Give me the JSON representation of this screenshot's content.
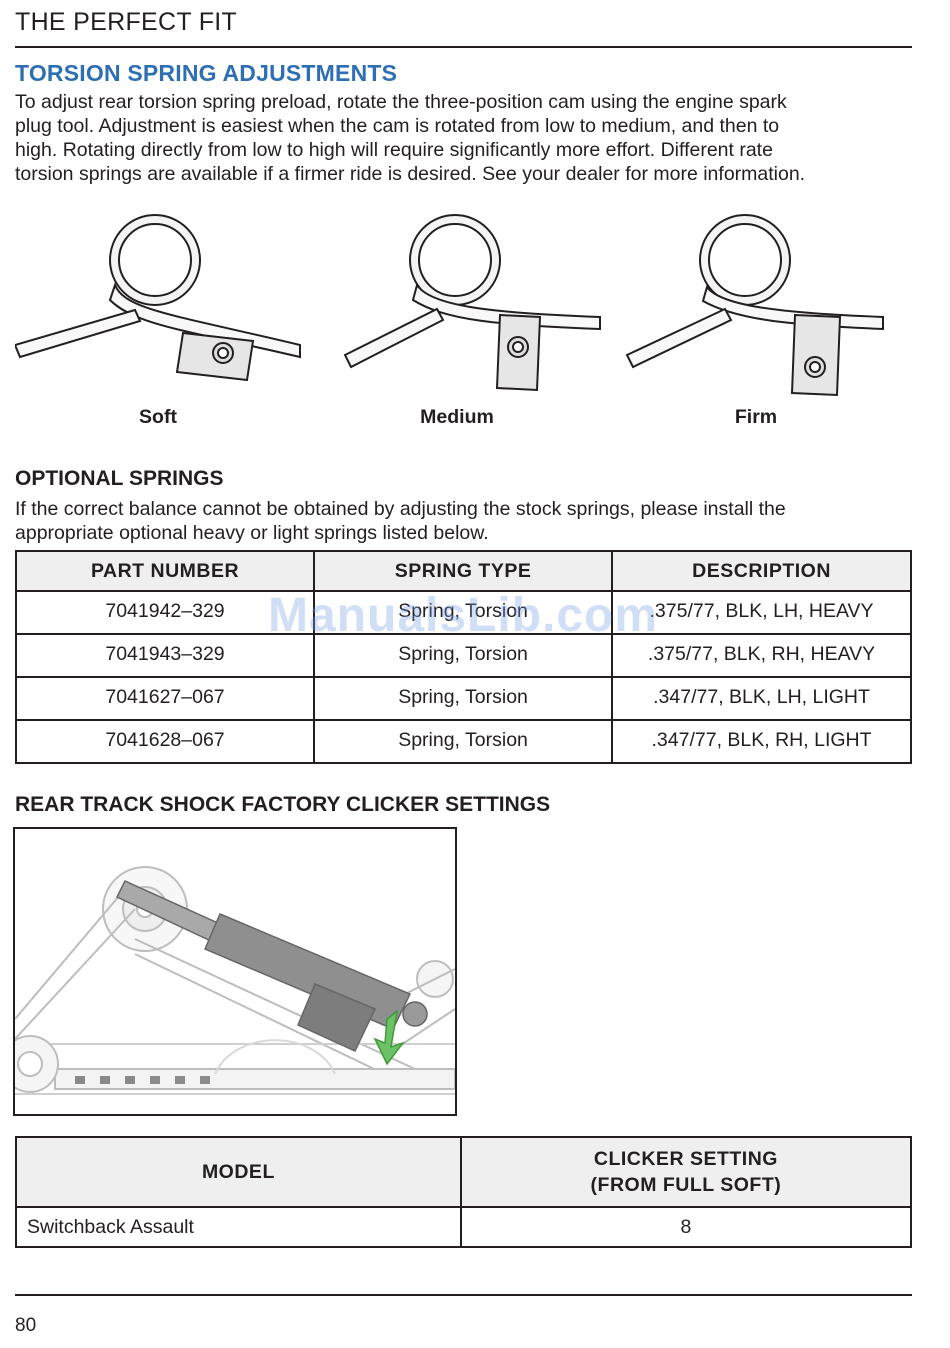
{
  "header": {
    "title": "THE PERFECT FIT"
  },
  "torsion": {
    "title": "TORSION SPRING ADJUSTMENTS",
    "lines": [
      "To adjust rear torsion spring preload, rotate the three-position cam using the engine spark",
      "plug tool. Adjustment is easiest when the cam is rotated from low to medium, and then to",
      "high. Rotating directly from low to high will require significantly more effort. Different rate",
      "torsion springs are available if a firmer ride is desired. See your dealer for more information."
    ],
    "positions": [
      "Soft",
      "Medium",
      "Firm"
    ]
  },
  "optional_springs": {
    "title": "OPTIONAL SPRINGS",
    "lines": [
      "If the correct balance cannot be obtained by adjusting the stock springs, please install the",
      "appropriate optional heavy or light springs listed below."
    ],
    "columns": [
      "PART NUMBER",
      "SPRING TYPE",
      "DESCRIPTION"
    ],
    "rows": [
      [
        "7041942–329",
        "Spring, Torsion",
        ".375/77, BLK, LH, HEAVY"
      ],
      [
        "7041943–329",
        "Spring, Torsion",
        ".375/77, BLK, RH, HEAVY"
      ],
      [
        "7041627–067",
        "Spring, Torsion",
        ".347/77, BLK, LH, LIGHT"
      ],
      [
        "7041628–067",
        "Spring, Torsion",
        ".347/77, BLK, RH, LIGHT"
      ]
    ]
  },
  "clicker": {
    "title": "REAR TRACK SHOCK FACTORY CLICKER SETTINGS",
    "columns": [
      "MODEL",
      "CLICKER SETTING",
      "(FROM FULL SOFT)"
    ],
    "rows": [
      [
        "Switchback Assault",
        "8"
      ]
    ]
  },
  "watermark": "ManualsLib.com",
  "footer": {
    "page_number": "80"
  },
  "colors": {
    "accent": "#2e6fb4",
    "text": "#231f20",
    "header_bg": "#efefef",
    "arrow": "#5fb85a"
  }
}
